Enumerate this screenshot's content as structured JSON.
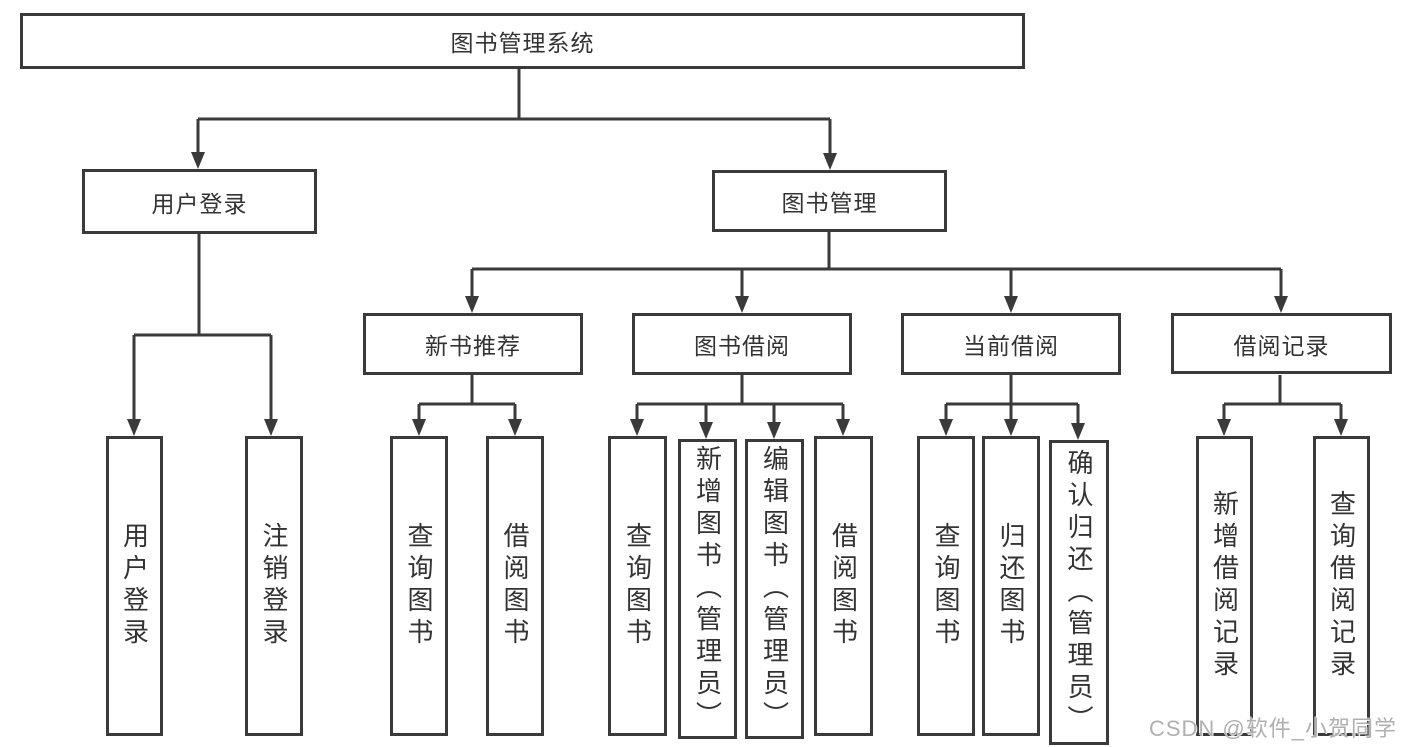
{
  "diagram": {
    "root": "图书管理系统",
    "user_login": {
      "label": "用户登录",
      "leaves": [
        "用户登录",
        "注销登录"
      ]
    },
    "book_mgmt": {
      "label": "图书管理",
      "groups": [
        {
          "label": "新书推荐",
          "leaves": [
            "查询图书",
            "借阅图书"
          ]
        },
        {
          "label": "图书借阅",
          "leaves": [
            "查询图书",
            "新增图书（管理员）",
            "编辑图书（管理员）",
            "借阅图书"
          ]
        },
        {
          "label": "当前借阅",
          "leaves": [
            "查询图书",
            "归还图书",
            "确认归还（管理员）"
          ]
        },
        {
          "label": "借阅记录",
          "leaves": [
            "新增借阅记录",
            "查询借阅记录"
          ]
        }
      ]
    }
  },
  "watermark": {
    "text": "CSDN @软件_小贺同学"
  },
  "colors": {
    "line": "#3a3a3a",
    "text": "#333333",
    "background": "#ffffff",
    "watermark": "#b0b0b0"
  }
}
